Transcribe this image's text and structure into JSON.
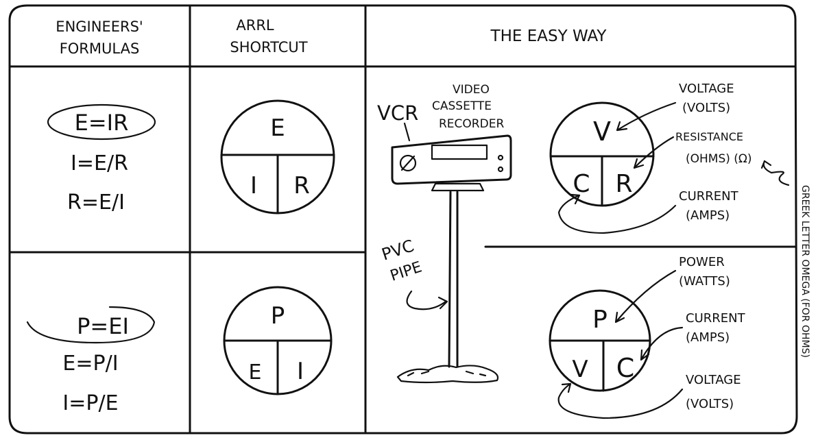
{
  "headers": {
    "col1": [
      "ENGINEERS'",
      "FORMULAS"
    ],
    "col2": [
      "ARRL",
      "SHORTCUT"
    ],
    "col3": "THE EASY WAY"
  },
  "row1": {
    "formulas": [
      "E=IR",
      "I=E/R",
      "R=E/I"
    ],
    "circle_top": "E",
    "circle_bottom_left": "I",
    "circle_bottom_right": "R"
  },
  "row2": {
    "formulas": [
      "P=EI",
      "E=P/I",
      "I=P/E"
    ],
    "circle_top": "P",
    "circle_bottom_left": "E",
    "circle_bottom_right": "I"
  },
  "vcr": {
    "abbr": "VCR",
    "full": [
      "VIDEO",
      "CASSETTE",
      "RECORDER"
    ],
    "pipe": [
      "PVC",
      "PIPE"
    ]
  },
  "easy_ohm": {
    "top": "V",
    "bottom_left": "C",
    "bottom_right": "R",
    "label_top": [
      "VOLTAGE",
      "(VOLTS)"
    ],
    "label_right": [
      "RESISTANCE",
      "(OHMS) (Ω)"
    ],
    "label_bottom": [
      "CURRENT",
      "(AMPS)"
    ]
  },
  "easy_power": {
    "top": "P",
    "bottom_left": "V",
    "bottom_right": "C",
    "label_top": [
      "POWER",
      "(WATTS)"
    ],
    "label_right": [
      "CURRENT",
      "(AMPS)"
    ],
    "label_bottom": [
      "VOLTAGE",
      "(VOLTS)"
    ]
  },
  "side_note": "GREEK LETTER OMEGA (FOR OHMS)"
}
